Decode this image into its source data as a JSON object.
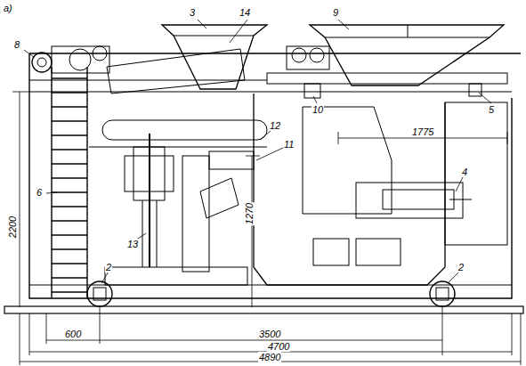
{
  "diagram": {
    "labels": [
      "a)",
      "14",
      "3",
      "9",
      "8",
      "10",
      "5",
      "12",
      "6",
      "11",
      "4",
      "13",
      "2",
      "2",
      "1775",
      "2200",
      "1270",
      "600",
      "3500",
      "4700",
      "4890"
    ]
  }
}
